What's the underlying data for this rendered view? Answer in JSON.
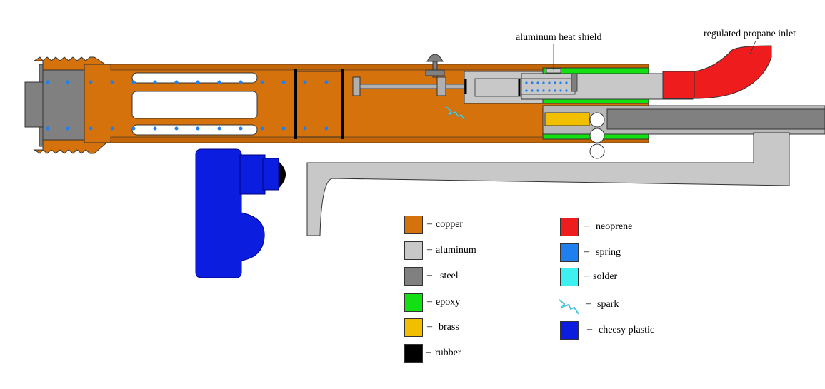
{
  "callouts": {
    "heat_shield": "aluminum heat shield",
    "propane_inlet": "regulated propane inlet"
  },
  "legend_left": [
    {
      "label": "copper",
      "color": "#d6720b"
    },
    {
      "label": "aluminum",
      "color": "#c8c8c8"
    },
    {
      "label": "steel",
      "color": "#808080"
    },
    {
      "label": "epoxy",
      "color": "#12e012"
    },
    {
      "label": "brass",
      "color": "#f2bf00"
    },
    {
      "label": "rubber",
      "color": "#000000"
    }
  ],
  "legend_right": [
    {
      "label": "neoprene",
      "color": "#ee1c1c"
    },
    {
      "label": "spring",
      "color": "#1f7fee"
    },
    {
      "label": "solder",
      "color": "#3ff0f0"
    },
    {
      "label": "spark",
      "icon": "spark-icon",
      "color": "#3aa0d8"
    },
    {
      "label": "cheesy plastic",
      "color": "#0b1ee0"
    }
  ],
  "dash": "–"
}
